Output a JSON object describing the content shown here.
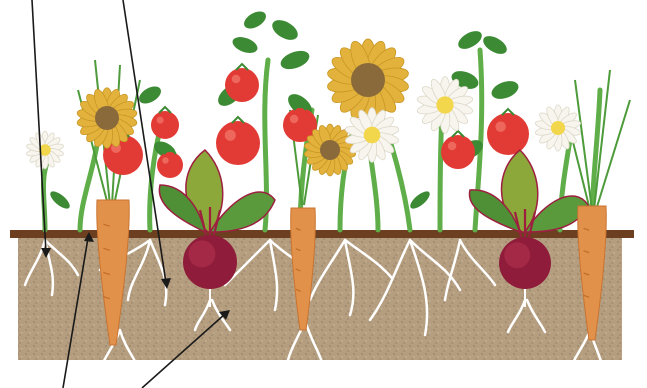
{
  "diagram": {
    "subject": "garden-bed-cross-section",
    "plants": [
      "daisy",
      "sunflower",
      "tomato",
      "beet",
      "carrot"
    ],
    "colors": {
      "soil": "#b59e80",
      "soil_line": "#6b3f1f",
      "root": "#ffffff",
      "carrot": "#e2914a",
      "beet": "#8e1c3a",
      "tomato": "#e23b35",
      "leaf": "#3c8a34",
      "sunflower": "#e3b23c",
      "daisy_center": "#f2d64b",
      "pointer": "#1a1a1a"
    }
  }
}
